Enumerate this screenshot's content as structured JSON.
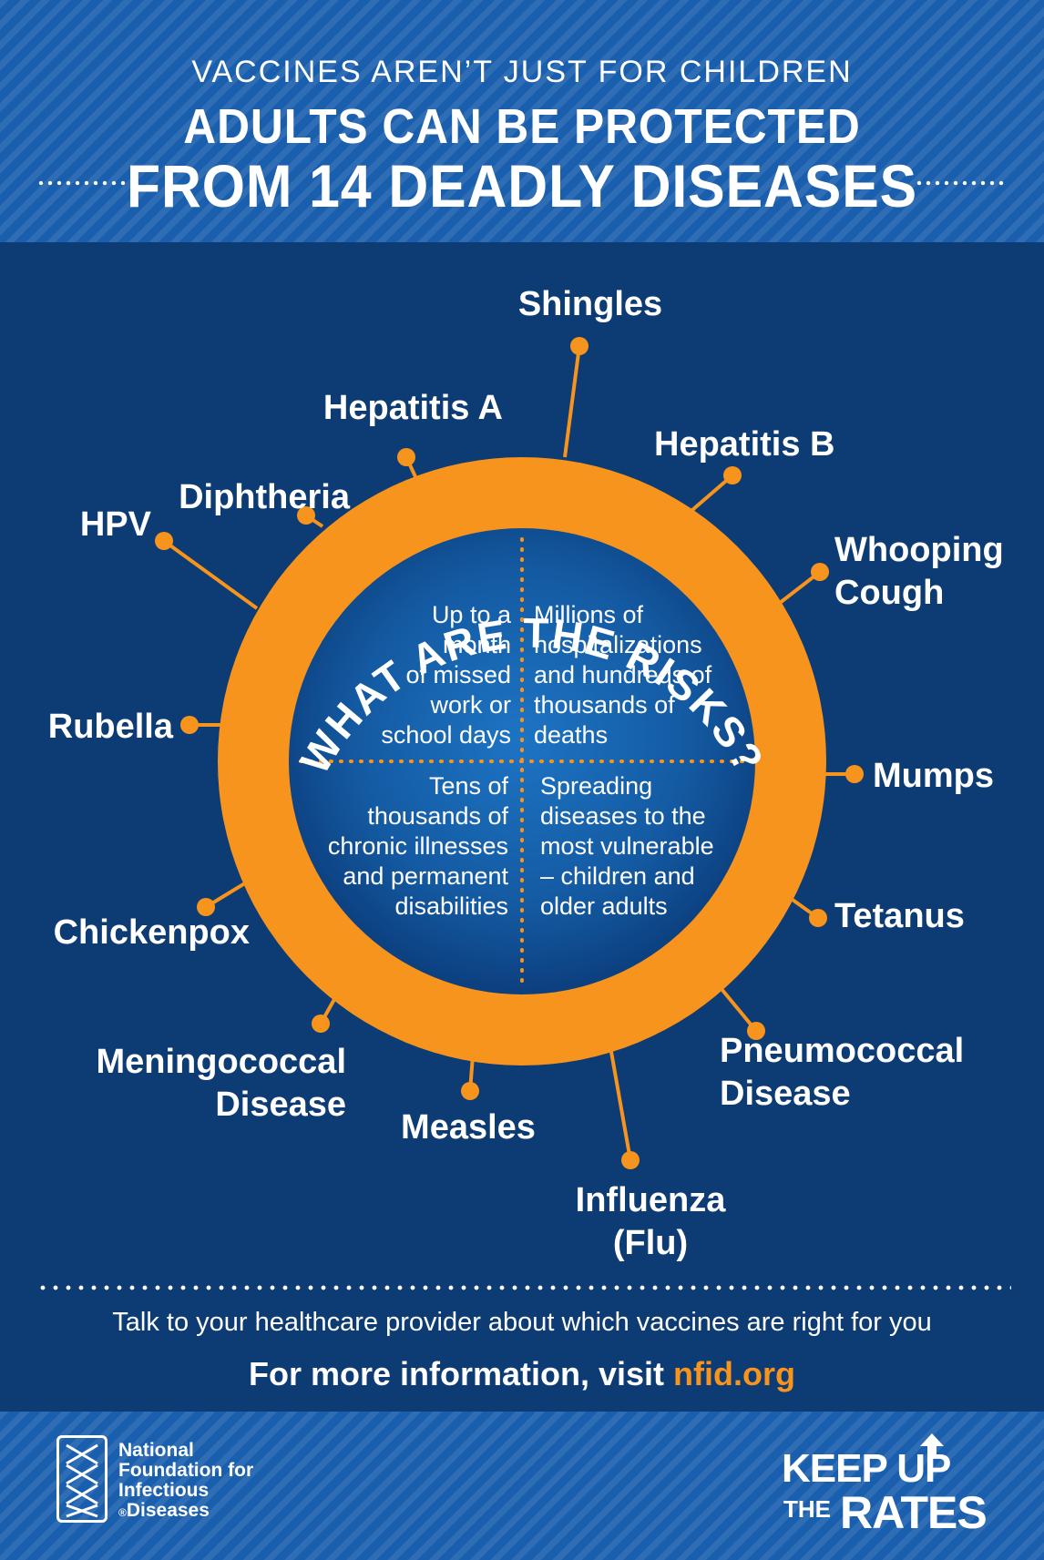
{
  "header": {
    "line1": "VACCINES AREN’T JUST FOR CHILDREN",
    "line2": "ADULTS CAN BE PROTECTED",
    "line3": "FROM 14 DEADLY DISEASES"
  },
  "ring_title": "WHAT ARE THE RISKS?",
  "colors": {
    "navy": "#0d3b73",
    "stripe_blue": "#1a5fae",
    "orange": "#f7941d",
    "white": "#ffffff"
  },
  "risks": [
    {
      "lines": [
        "Up to a",
        "month",
        "of missed",
        "work or",
        "school days"
      ]
    },
    {
      "lines": [
        "Millions of",
        "hospitalizations",
        "and hundreds of",
        "thousands of",
        "deaths"
      ]
    },
    {
      "lines": [
        "Tens of",
        "thousands of",
        "chronic illnesses",
        "and permanent",
        "disabilities"
      ]
    },
    {
      "lines": [
        "Spreading",
        "diseases to the",
        "most vulnerable",
        "– children and",
        "older adults"
      ]
    }
  ],
  "diseases": [
    {
      "id": "shingles",
      "lines": [
        "Shingles"
      ]
    },
    {
      "id": "hepatitis-b",
      "lines": [
        "Hepatitis B"
      ]
    },
    {
      "id": "whooping-cough",
      "lines": [
        "Whooping",
        "Cough"
      ]
    },
    {
      "id": "mumps",
      "lines": [
        "Mumps"
      ]
    },
    {
      "id": "tetanus",
      "lines": [
        "Tetanus"
      ]
    },
    {
      "id": "pneumococcal-disease",
      "lines": [
        "Pneumococcal",
        "Disease"
      ]
    },
    {
      "id": "influenza",
      "lines": [
        "Influenza",
        "(Flu)"
      ]
    },
    {
      "id": "measles",
      "lines": [
        "Measles"
      ]
    },
    {
      "id": "meningococcal-disease",
      "lines": [
        "Meningococcal",
        "Disease"
      ]
    },
    {
      "id": "chickenpox",
      "lines": [
        "Chickenpox"
      ]
    },
    {
      "id": "rubella",
      "lines": [
        "Rubella"
      ]
    },
    {
      "id": "hpv",
      "lines": [
        "HPV"
      ]
    },
    {
      "id": "diphtheria",
      "lines": [
        "Diphtheria"
      ]
    },
    {
      "id": "hepatitis-a",
      "lines": [
        "Hepatitis A"
      ]
    }
  ],
  "footer": {
    "talk": "Talk to your healthcare provider about which vaccines are right for you",
    "info_prefix": "For more information, visit ",
    "info_link": "nfid.org"
  },
  "logos": {
    "nfid": [
      "National",
      "Foundation for",
      "Infectious",
      "Diseases"
    ],
    "nfid_registered": "®",
    "campaign_line1": "KEEP UP",
    "campaign_the": "THE",
    "campaign_rates": "RATES"
  }
}
